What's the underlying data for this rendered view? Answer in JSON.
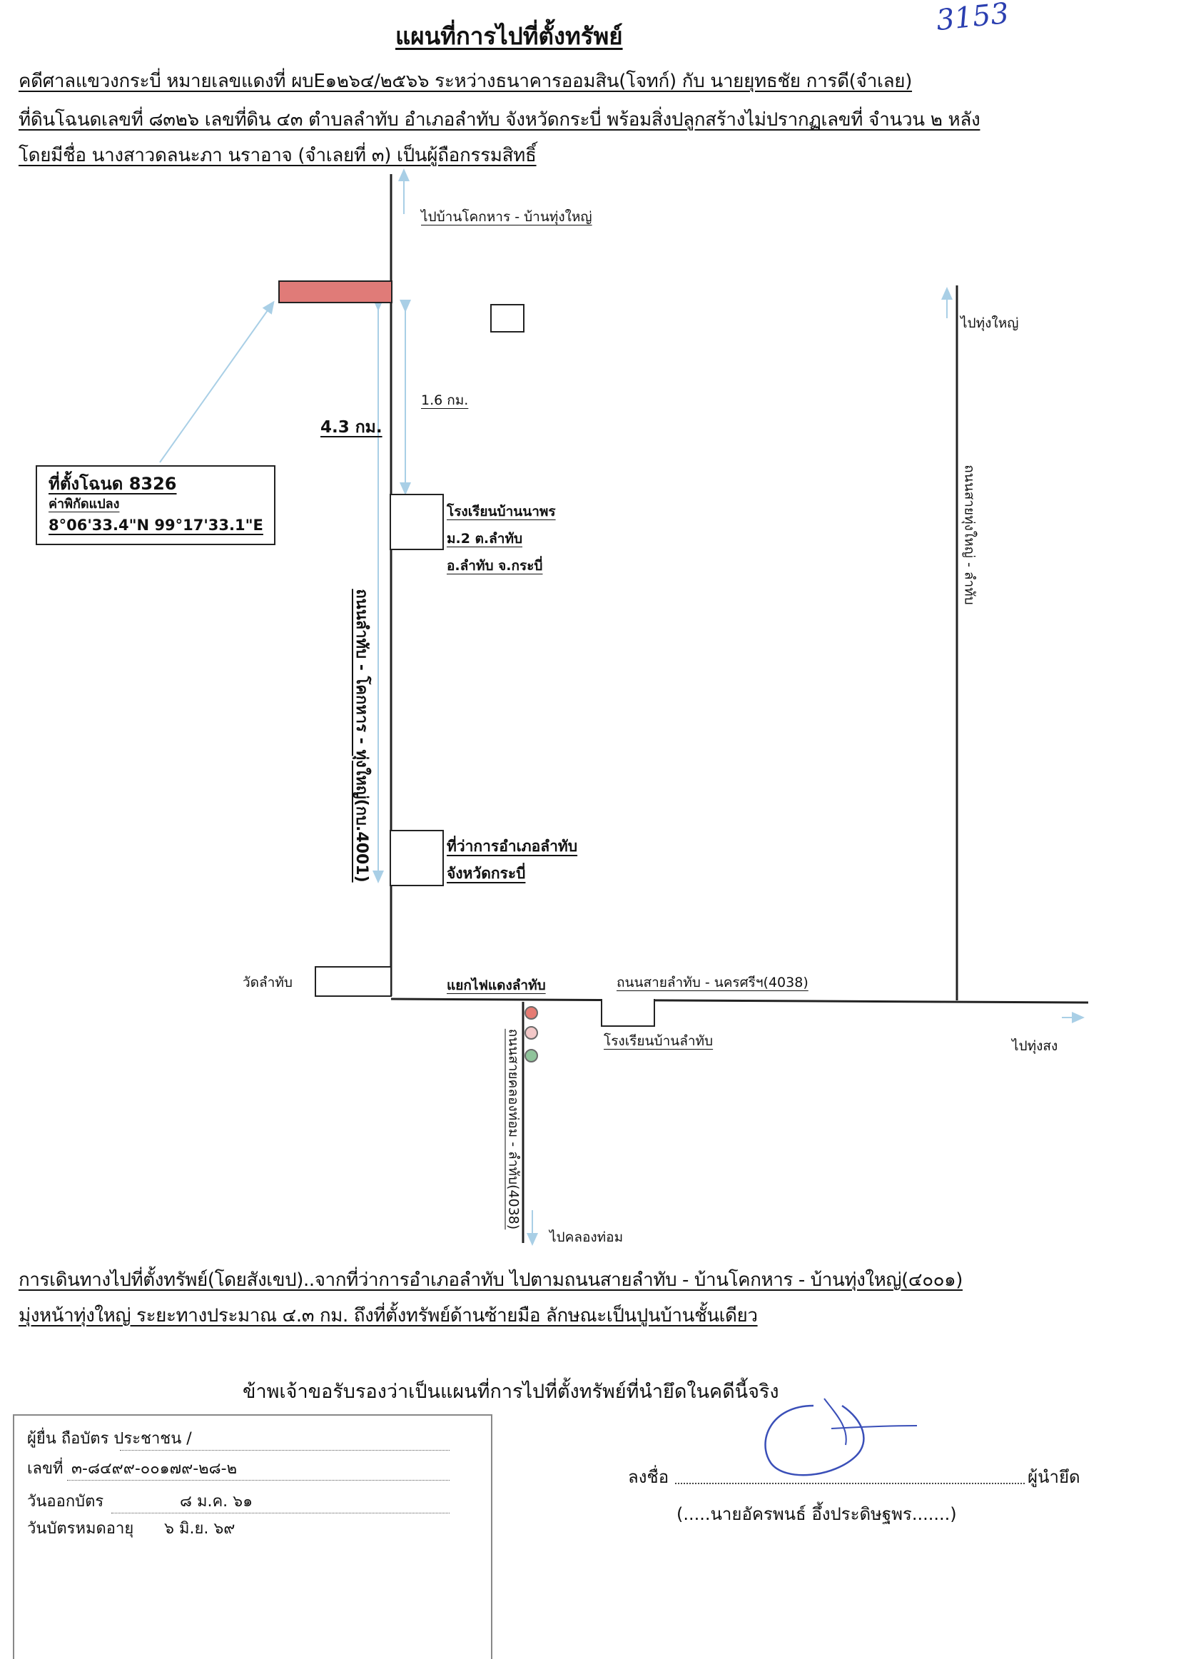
{
  "doc_number": "3153",
  "title": "แผนที่การไปที่ตั้งทรัพย์",
  "header_lines": [
    "คดีศาลแขวงกระบี่ หมายเลขแดงที่ ผบE๑๒๖๔/๒๕๖๖ ระหว่างธนาคารออมสิน(โจทก์) กับ นายยุทธชัย การดี(จำเลย)",
    "ที่ดินโฉนดเลขที่ ๘๓๒๖ เลขที่ดิน ๔๓ ตำบลลำทับ  อำเภอลำทับ  จังหวัดกระบี่ พร้อมสิ่งปลูกสร้างไม่ปรากฏเลขที่ จำนวน ๒ หลัง",
    "โดยมีชื่อ นางสาวดลนะภา นราอาจ (จำเลยที่ ๓)  เป็นผู้ถือกรรมสิทธิ์"
  ],
  "map": {
    "north_road_dest": "ไปบ้านโคกหาร - บ้านทุ่งใหญ่",
    "right_road_dest": "ไปทุ่งใหญ่",
    "right_road_name": "ถนนสายทุ่งใหญ่ - ลำทับ",
    "dist_short": "1.6 กม.",
    "dist_long": "4.3 กม.",
    "main_road_name": "ถนนลำทับ - โคกหาร - ทุ่งใหญ่(กบ.4001)",
    "property": {
      "title": "ที่ตั้งโฉนด 8326",
      "coord_label": "ค่าพิกัดแปลง",
      "coords": "8°06'33.4\"N 99°17'33.1\"E",
      "color": "#e07b78"
    },
    "school_naporn": [
      "โรงเรียนบ้านนาพร",
      "ม.2 ต.ลำทับ",
      "อ.ลำทับ จ.กระบี่"
    ],
    "district_office": [
      "ที่ว่าการอำเภอลำทับ",
      "จังหวัดกระบี่"
    ],
    "temple": "วัดลำทับ",
    "intersection": "แยกไฟแดงลำทับ",
    "east_road_name": "ถนนสายลำทับ - นครศรีฯ(4038)",
    "school_lamthap": "โรงเรียนบ้านลำทับ",
    "east_dest": "ไปทุ่งสง",
    "south_road_name": "ถนนสายคลองท่อม - ลำทับ(4038)",
    "south_dest": "ไปคลองท่อม",
    "arrow_color": "#a9cfe6",
    "light_colors": [
      "#e57b73",
      "#f3c8c8",
      "#8fc39a"
    ]
  },
  "directions": [
    "การเดินทางไปที่ตั้งทรัพย์(โดยสังเขป)..จากที่ว่าการอำเภอลำทับ ไปตามถนนสายลำทับ - บ้านโคกหาร - บ้านทุ่งใหญ่(๔๐๐๑)",
    "มุ่งหน้าทุ่งใหญ่ ระยะทางประมาณ ๔.๓ กม. ถึงที่ตั้งทรัพย์ด้านซ้ายมือ ลักษณะเป็นปูนบ้านชั้นเดียว"
  ],
  "certification": "ข้าพเจ้าขอรับรองว่าเป็นแผนที่การไปที่ตั้งทรัพย์ที่นำยึดในคดีนี้จริง",
  "form": {
    "line1": "ผู้ยื่น ถือบัตร ประชาชน /",
    "line2_label": "เลขที่",
    "line2_value": "๓-๘๔๙๙-๐๐๑๗๙-๒๘-๒",
    "line3_label": "วันออกบัตร",
    "line3_value": "๘ ม.ค. ๖๑",
    "line4_label": "วันบัตรหมดอายุ",
    "line4_value": "๖ มิ.ย. ๖๙"
  },
  "signature": {
    "label": "ลงชื่อ",
    "role": "ผู้นำยึด",
    "name": "(.....นายอัครพนธ์ อึ้งประดิษฐพร.......)"
  }
}
